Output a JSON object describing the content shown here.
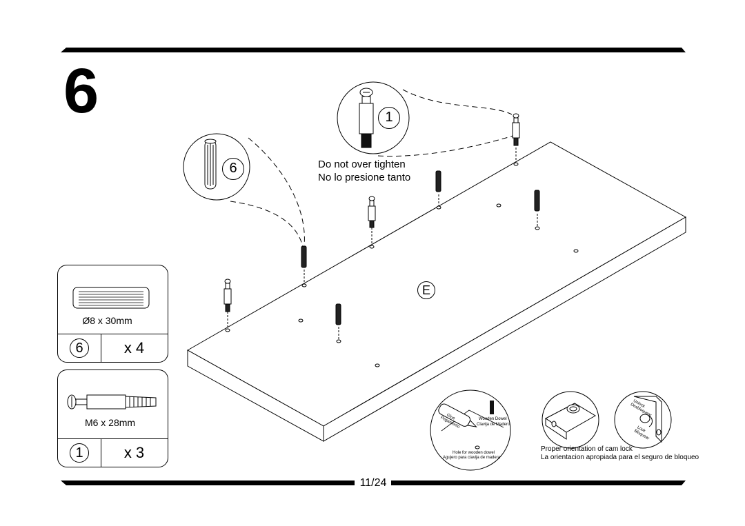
{
  "step": "6",
  "page": "11/24",
  "panel_label": "E",
  "parts": [
    {
      "index": "6",
      "spec": "Ø8 x 30mm",
      "qty": "x 4",
      "icon": "wooden-dowel"
    },
    {
      "index": "1",
      "spec": "M6 x 28mm",
      "qty": "x 3",
      "icon": "cam-bolt"
    }
  ],
  "callouts": {
    "dowel_index": "6",
    "bolt_index": "1",
    "bolt_note_en": "Do not over tighten",
    "bolt_note_es": "No lo presione tanto"
  },
  "glue_detail": {
    "glue_label_en": "Glue",
    "glue_label_es": "Pegamento",
    "dowel_en": "Wooden Dowel",
    "dowel_es": "Clavija de Madero",
    "hole_en": "Hole for wooden dowel",
    "hole_es": "Agujero para clavija de madera"
  },
  "cam_lock": {
    "unlock_en": "Unlock",
    "unlock_es": "Desbloquear",
    "lock_en": "Lock",
    "lock_es": "Bloquear",
    "note_en": "Proper orientation of cam lock",
    "note_es": "La orientacion apropiada para el seguro de bloqueo"
  }
}
